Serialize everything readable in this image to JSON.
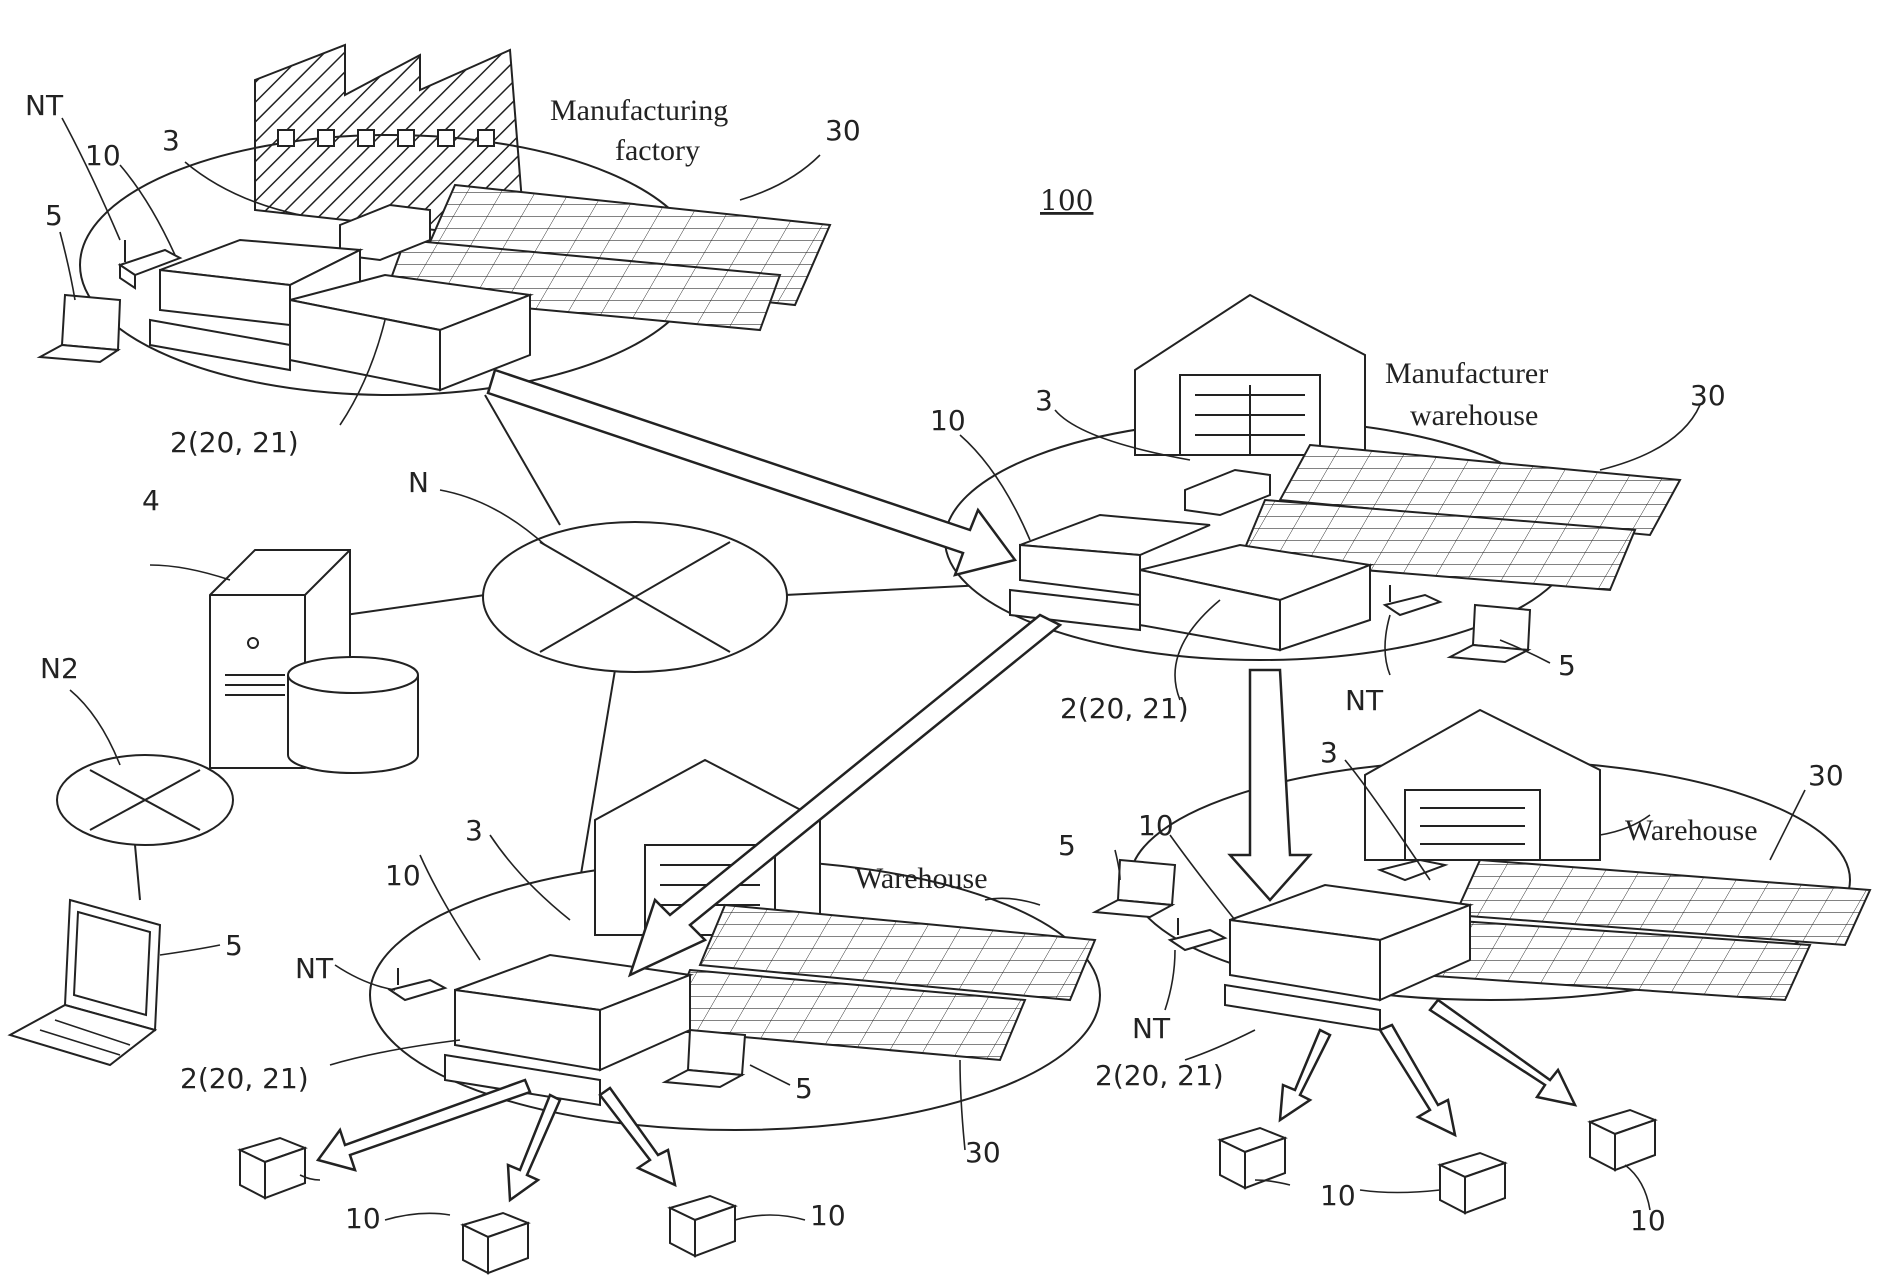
{
  "figure_number": "100",
  "labels": {
    "manufacturing_factory": [
      "Manufacturing",
      "factory"
    ],
    "manufacturer_warehouse": [
      "Manufacturer",
      "warehouse"
    ],
    "warehouse_bottom_left": "Warehouse",
    "warehouse_bottom_right": "Warehouse",
    "network_main": "N",
    "network_sub": "N2",
    "server": "4"
  },
  "refs": {
    "nt": "NT",
    "battery": "10",
    "controller": "3",
    "terminal": "5",
    "solar": "30",
    "power_unit": "2(20, 21)"
  }
}
